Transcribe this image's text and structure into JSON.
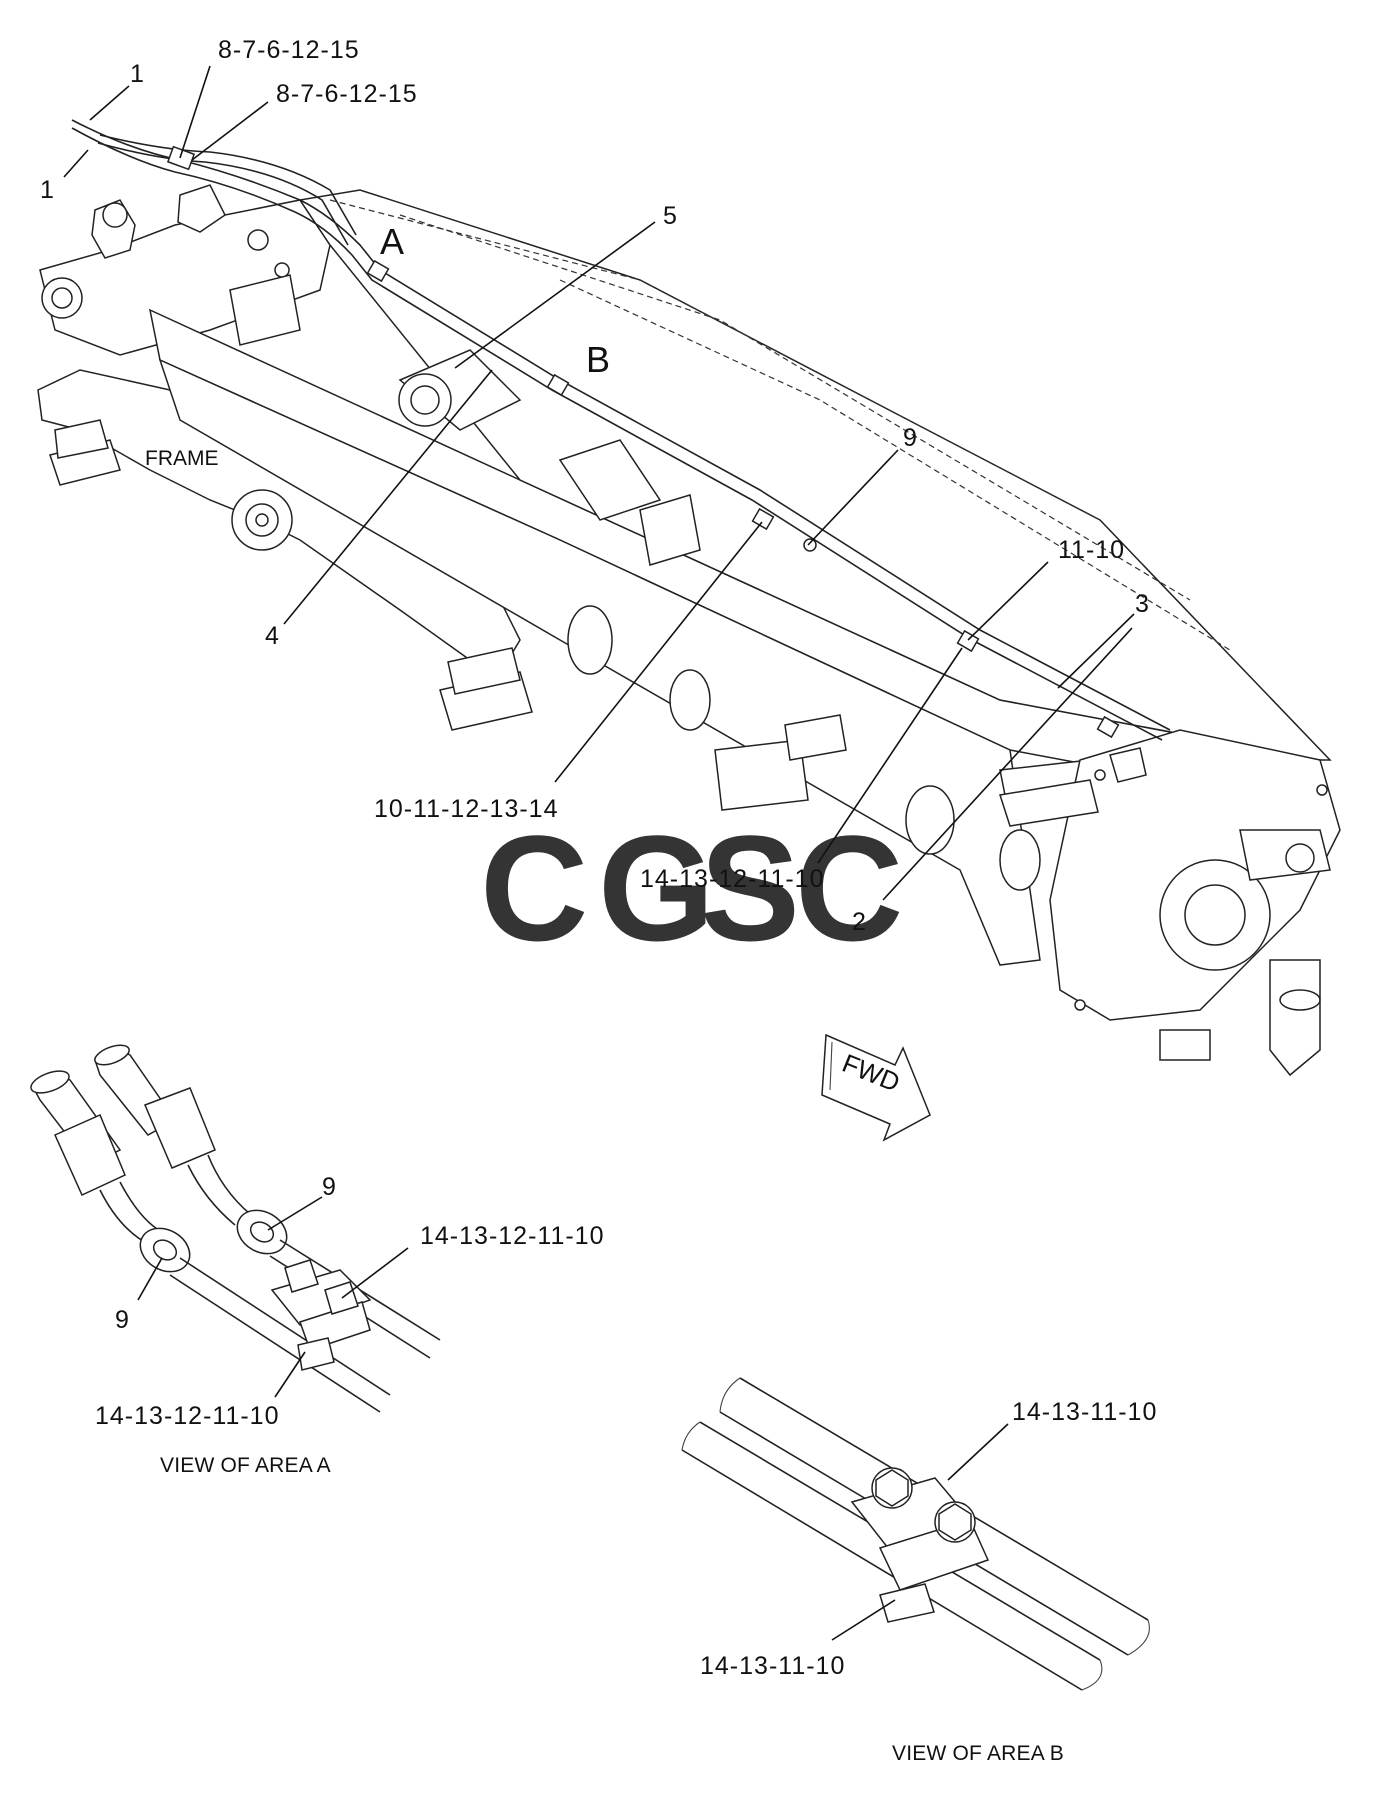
{
  "callouts": {
    "c1_top": "1",
    "c1_left": "1",
    "c_8_a": "8-7-6-12-15",
    "c_8_b": "8-7-6-12-15",
    "c5": "5",
    "area_a": "A",
    "area_b": "B",
    "frame": "FRAME",
    "c9": "9",
    "c11_10": "11-10",
    "c3": "3",
    "c4": "4",
    "c10_14": "10-11-12-13-14",
    "c14_main": "14-13-12-11-10",
    "c2": "2"
  },
  "fwd_arrow": "FWD",
  "view_a": {
    "c9_top": "9",
    "c9_left": "9",
    "c14_top": "14-13-12-11-10",
    "c14_bottom": "14-13-12-11-10",
    "caption": "VIEW OF AREA A"
  },
  "view_b": {
    "c14_top": "14-13-11-10",
    "c14_bottom": "14-13-11-10",
    "caption": "VIEW OF AREA B"
  },
  "watermark": {
    "letters": [
      "C",
      "G",
      "S",
      "C"
    ],
    "colors": [
      "#8fb5f5",
      "#f19b9b",
      "#f7dd74",
      "#7fc8a2"
    ]
  }
}
